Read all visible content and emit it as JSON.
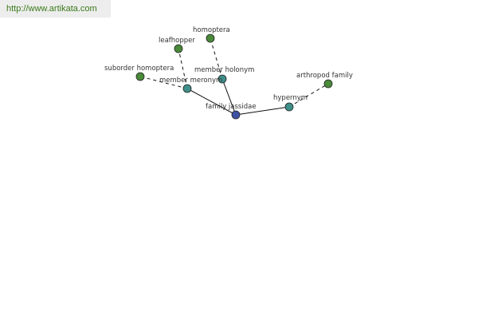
{
  "source_url": "http://www.artikata.com",
  "colors": {
    "central": "#3f51a3",
    "relation": "#3f8f8a",
    "leaf": "#4a8a3a",
    "url_text": "#3a7a1a",
    "edge": "#111111"
  },
  "nodes": [
    {
      "id": "family-jassidae",
      "label": "family jassidae",
      "kind": "central"
    },
    {
      "id": "member-meronym",
      "label": "member meronym",
      "kind": "relation"
    },
    {
      "id": "member-holonym",
      "label": "member holonym",
      "kind": "relation"
    },
    {
      "id": "hypernym",
      "label": "hypernym",
      "kind": "relation"
    },
    {
      "id": "suborder-homoptera",
      "label": "suborder homoptera",
      "kind": "leaf"
    },
    {
      "id": "leafhopper",
      "label": "leafhopper",
      "kind": "leaf"
    },
    {
      "id": "homoptera",
      "label": "homoptera",
      "kind": "leaf"
    },
    {
      "id": "arthropod-family",
      "label": "arthropod family",
      "kind": "leaf"
    }
  ],
  "edges": [
    {
      "from": "family-jassidae",
      "to": "member-meronym",
      "style": "solid"
    },
    {
      "from": "family-jassidae",
      "to": "member-holonym",
      "style": "solid"
    },
    {
      "from": "family-jassidae",
      "to": "hypernym",
      "style": "solid"
    },
    {
      "from": "member-meronym",
      "to": "suborder-homoptera",
      "style": "dashed"
    },
    {
      "from": "member-meronym",
      "to": "leafhopper",
      "style": "dashed"
    },
    {
      "from": "member-holonym",
      "to": "homoptera",
      "style": "dashed"
    },
    {
      "from": "hypernym",
      "to": "arthropod-family",
      "style": "dashed"
    }
  ]
}
